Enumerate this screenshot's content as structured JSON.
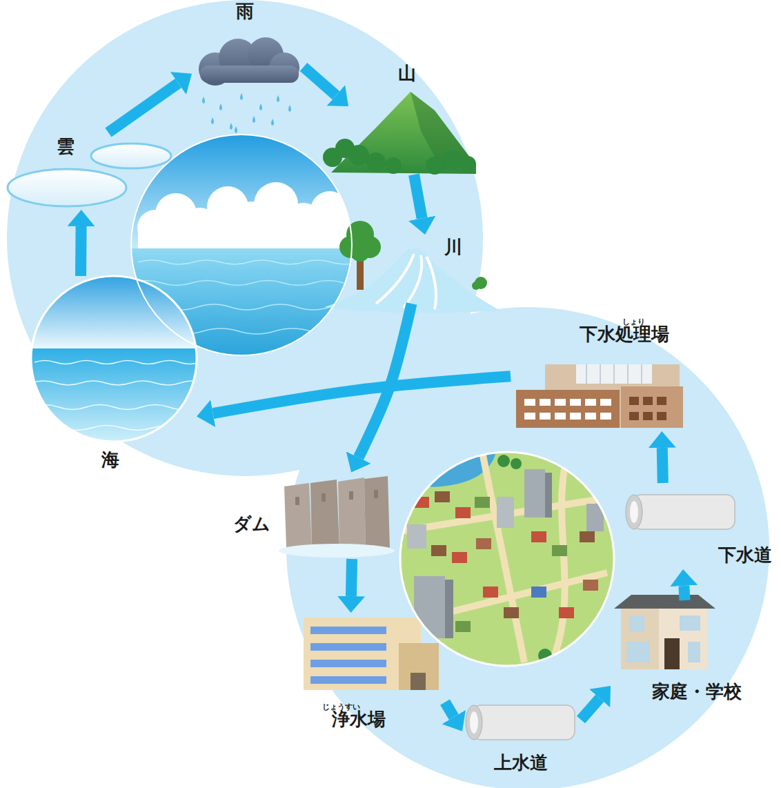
{
  "diagram": {
    "nodes": [
      {
        "text": [
          "雲"
        ]
      },
      {
        "text": [
          "雨"
        ]
      },
      {
        "text": [
          "山"
        ]
      },
      {
        "text": [
          "川"
        ]
      },
      {
        "text": [
          "ダム"
        ]
      },
      {
        "text": [
          "じょうすい",
          "浄水場"
        ]
      },
      {
        "text": [
          "上水道"
        ]
      },
      {
        "text": [
          "家庭・学校"
        ]
      },
      {
        "text": [
          "下水道"
        ]
      },
      {
        "text": [
          "しょり",
          "下水処理場"
        ]
      },
      {
        "text": [
          "海"
        ]
      }
    ],
    "edges": [
      {
        "from": 0,
        "to": 1,
        "arrow": "to"
      },
      {
        "from": 1,
        "to": 2,
        "arrow": "to"
      },
      {
        "from": 2,
        "to": 3,
        "arrow": "to"
      },
      {
        "from": 3,
        "to": 4,
        "arrow": "to"
      },
      {
        "from": 4,
        "to": 5,
        "arrow": "to"
      },
      {
        "from": 5,
        "to": 6,
        "arrow": "to"
      },
      {
        "from": 6,
        "to": 7,
        "arrow": "to"
      },
      {
        "from": 7,
        "to": 8,
        "arrow": "to"
      },
      {
        "from": 8,
        "to": 9,
        "arrow": "to"
      },
      {
        "from": 9,
        "to": 10,
        "arrow": "to"
      },
      {
        "from": 10,
        "to": 0,
        "arrow": "to"
      }
    ]
  }
}
